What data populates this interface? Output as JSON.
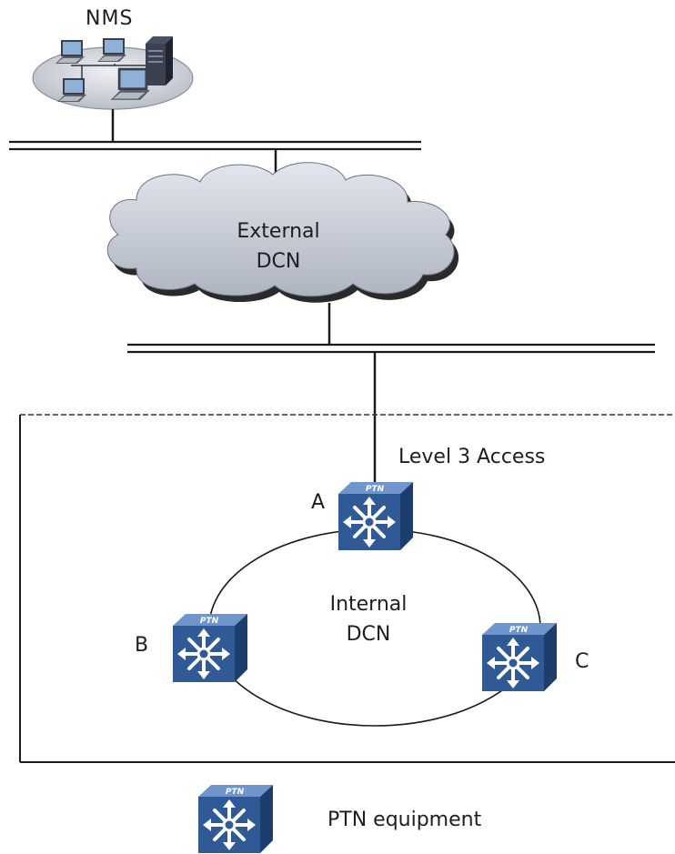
{
  "nms": {
    "label": "NMS",
    "icon": "computer-network-icon"
  },
  "external_dcn": {
    "line1": "External",
    "line2": "DCN",
    "icon": "cloud-icon"
  },
  "access_label": "Level 3 Access",
  "internal_dcn": {
    "line1": "Internal",
    "line2": "DCN"
  },
  "nodes": [
    {
      "id": "A",
      "label": "A",
      "icon": "ptn-router-icon"
    },
    {
      "id": "B",
      "label": "B",
      "icon": "ptn-router-icon"
    },
    {
      "id": "C",
      "label": "C",
      "icon": "ptn-router-icon"
    }
  ],
  "legend": {
    "label": "PTN equipment",
    "icon": "ptn-router-icon"
  },
  "colors": {
    "device_front": "#2f5a96",
    "device_top": "#5a86c2",
    "device_side": "#1d3d6c",
    "cloud": "#c7cdd8",
    "cloud_shadow": "#2a2a2a",
    "line": "#1a1a1a"
  }
}
